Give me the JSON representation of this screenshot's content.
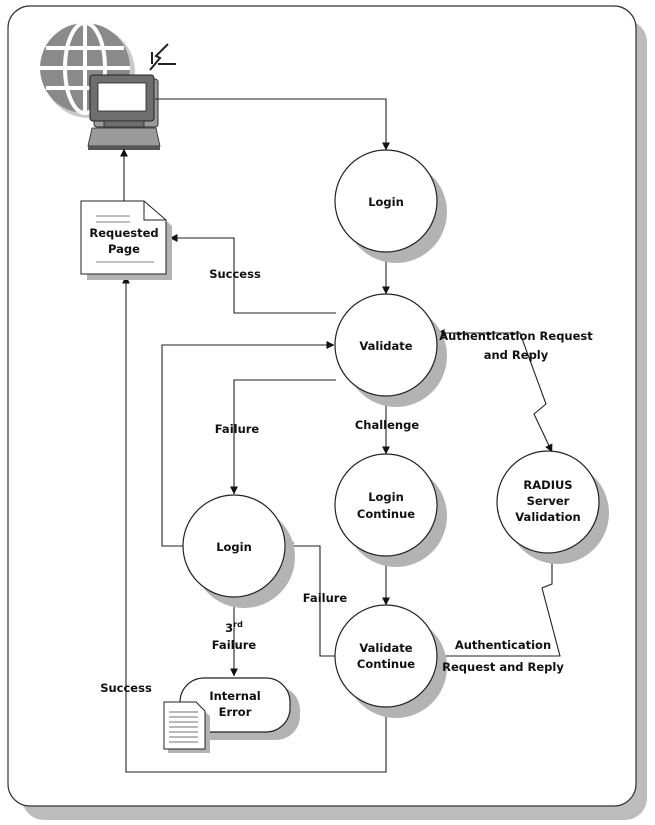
{
  "nodes": {
    "login_top": "Login",
    "validate": "Validate",
    "login_continue": [
      "Login",
      "Continue"
    ],
    "login_retry": "Login",
    "validate_continue": [
      "Validate",
      "Continue"
    ],
    "radius": [
      "RADIUS",
      "Server",
      "Validation"
    ],
    "requested_page": [
      "Requested",
      "Page"
    ],
    "internal_error": [
      "Internal",
      "Error"
    ]
  },
  "labels": {
    "success_top": "Success",
    "auth_top": [
      "Authentication Request",
      "and Reply"
    ],
    "failure_left": "Failure",
    "challenge": "Challenge",
    "failure_right": "Failure",
    "third_failure_num": "3",
    "third_failure_sup": "rd",
    "third_failure_word": "Failure",
    "success_bottom": "Success",
    "auth_bottom": [
      "Authentication",
      "Request and Reply"
    ]
  },
  "icons": {
    "computer": "globe-computer-icon",
    "requested_page": "document-icon",
    "internal_error": "document-icon"
  }
}
